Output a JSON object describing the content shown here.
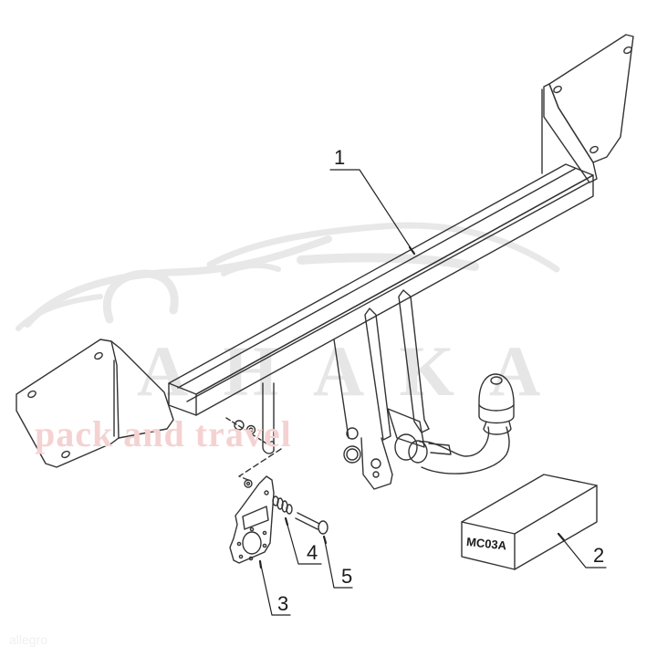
{
  "diagram": {
    "type": "exploded-assembly",
    "subject": "tow bar / towing hitch assembly",
    "callouts": [
      {
        "id": "1",
        "label": "1",
        "target": "cross-beam"
      },
      {
        "id": "2",
        "label": "2",
        "target": "electrical-kit-box"
      },
      {
        "id": "3",
        "label": "3",
        "target": "socket-mounting-plate"
      },
      {
        "id": "4",
        "label": "4",
        "target": "spring-washer"
      },
      {
        "id": "5",
        "label": "5",
        "target": "bolt"
      }
    ],
    "box_label": "MC03A",
    "line_color": "#333333"
  },
  "watermarks": {
    "brand": "AHAKA",
    "tagline": "pack and travel",
    "source": "allegro",
    "brand_color": "#e6e6e6",
    "tagline_color": "#f5d2d2"
  }
}
